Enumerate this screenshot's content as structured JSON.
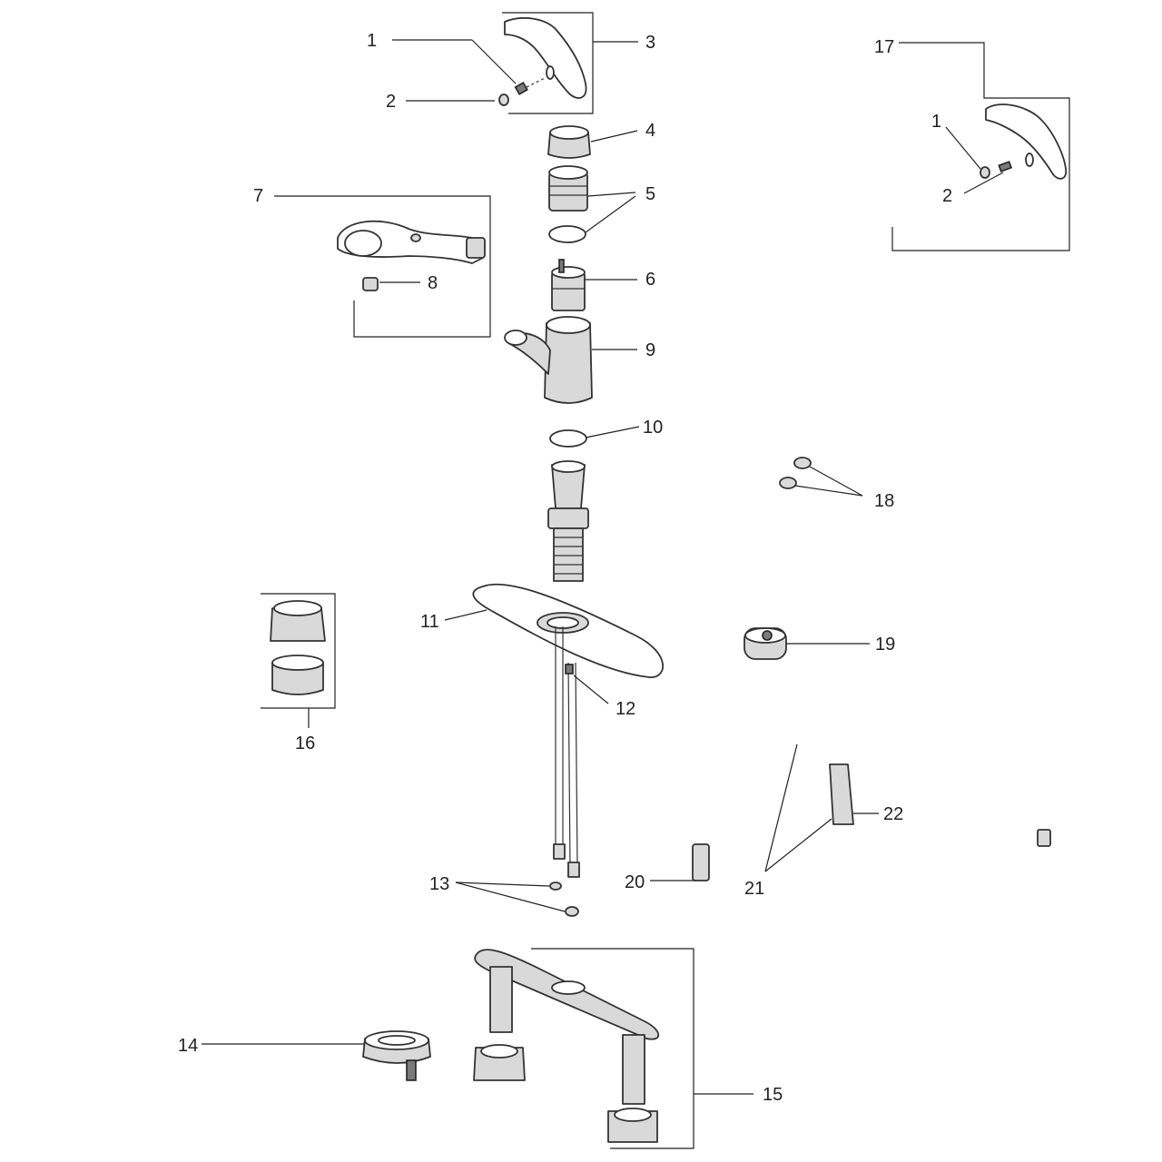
{
  "callouts": {
    "c1a": "1",
    "c2a": "2",
    "c3": "3",
    "c4": "4",
    "c5": "5",
    "c6": "6",
    "c7": "7",
    "c8": "8",
    "c9": "9",
    "c10": "10",
    "c11": "11",
    "c12": "12",
    "c13": "13",
    "c14": "14",
    "c15": "15",
    "c16": "16",
    "c17": "17",
    "c1b": "1",
    "c2b": "2",
    "c18": "18",
    "c19": "19",
    "c20": "20",
    "c21": "21",
    "c22": "22"
  },
  "colors": {
    "line": "#222222",
    "fill_light": "#d9d9d9",
    "fill_dark": "#7a7a7a",
    "background": "#ffffff"
  }
}
